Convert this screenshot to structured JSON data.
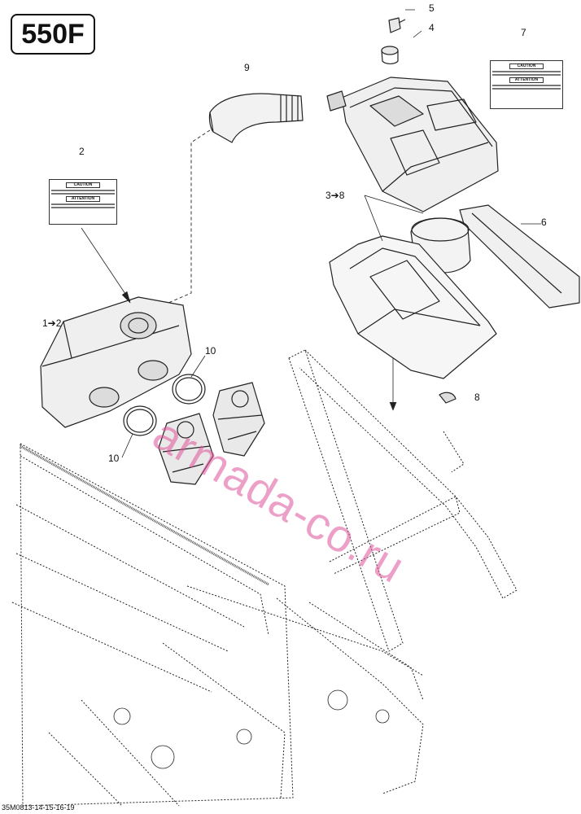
{
  "model_label": "550F",
  "part_number_footer": "35M0813-14-15-16-19",
  "watermark": "armada-co.ru",
  "label_cards": [
    {
      "ref": "2",
      "heading_top": "CAUTION",
      "heading_bottom": "ATTENTION"
    },
    {
      "ref": "7",
      "heading_top": "CAUTION",
      "heading_bottom": "ATTENTION"
    }
  ],
  "callouts": [
    {
      "id": "c5",
      "text": "5"
    },
    {
      "id": "c4",
      "text": "4"
    },
    {
      "id": "c7",
      "text": "7"
    },
    {
      "id": "c9",
      "text": "9"
    },
    {
      "id": "c2",
      "text": "2"
    },
    {
      "id": "c3-8",
      "text": "3➔8"
    },
    {
      "id": "c6",
      "text": "6"
    },
    {
      "id": "c1-2",
      "text": "1➔2"
    },
    {
      "id": "c10a",
      "text": "10"
    },
    {
      "id": "c10b",
      "text": "10"
    },
    {
      "id": "c8",
      "text": "8"
    }
  ]
}
